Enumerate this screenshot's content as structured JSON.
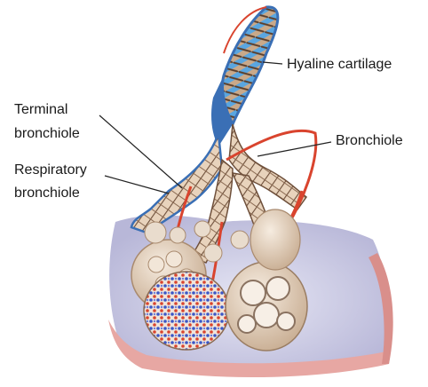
{
  "labels": {
    "hyaline_cartilage": "Hyaline cartilage",
    "terminal_bronchiole_line1": "Terminal",
    "terminal_bronchiole_line2": "bronchiole",
    "bronchiole": "Bronchiole",
    "respiratory_bronchiole_line1": "Respiratory",
    "respiratory_bronchiole_line2": "bronchiole"
  },
  "colors": {
    "background": "#ffffff",
    "tissue_backdrop": "#c9c9e3",
    "pleura_pink": "#e7a7a3",
    "airway_tan": "#c9a98a",
    "cartilage_blue": "#5aa6e0",
    "bronchiole_outline": "#3a6fb5",
    "artery_red": "#d9442e",
    "alveoli_cream": "#e7d5c0",
    "vein_blue": "#3a56c7",
    "leader_line": "#222222"
  }
}
